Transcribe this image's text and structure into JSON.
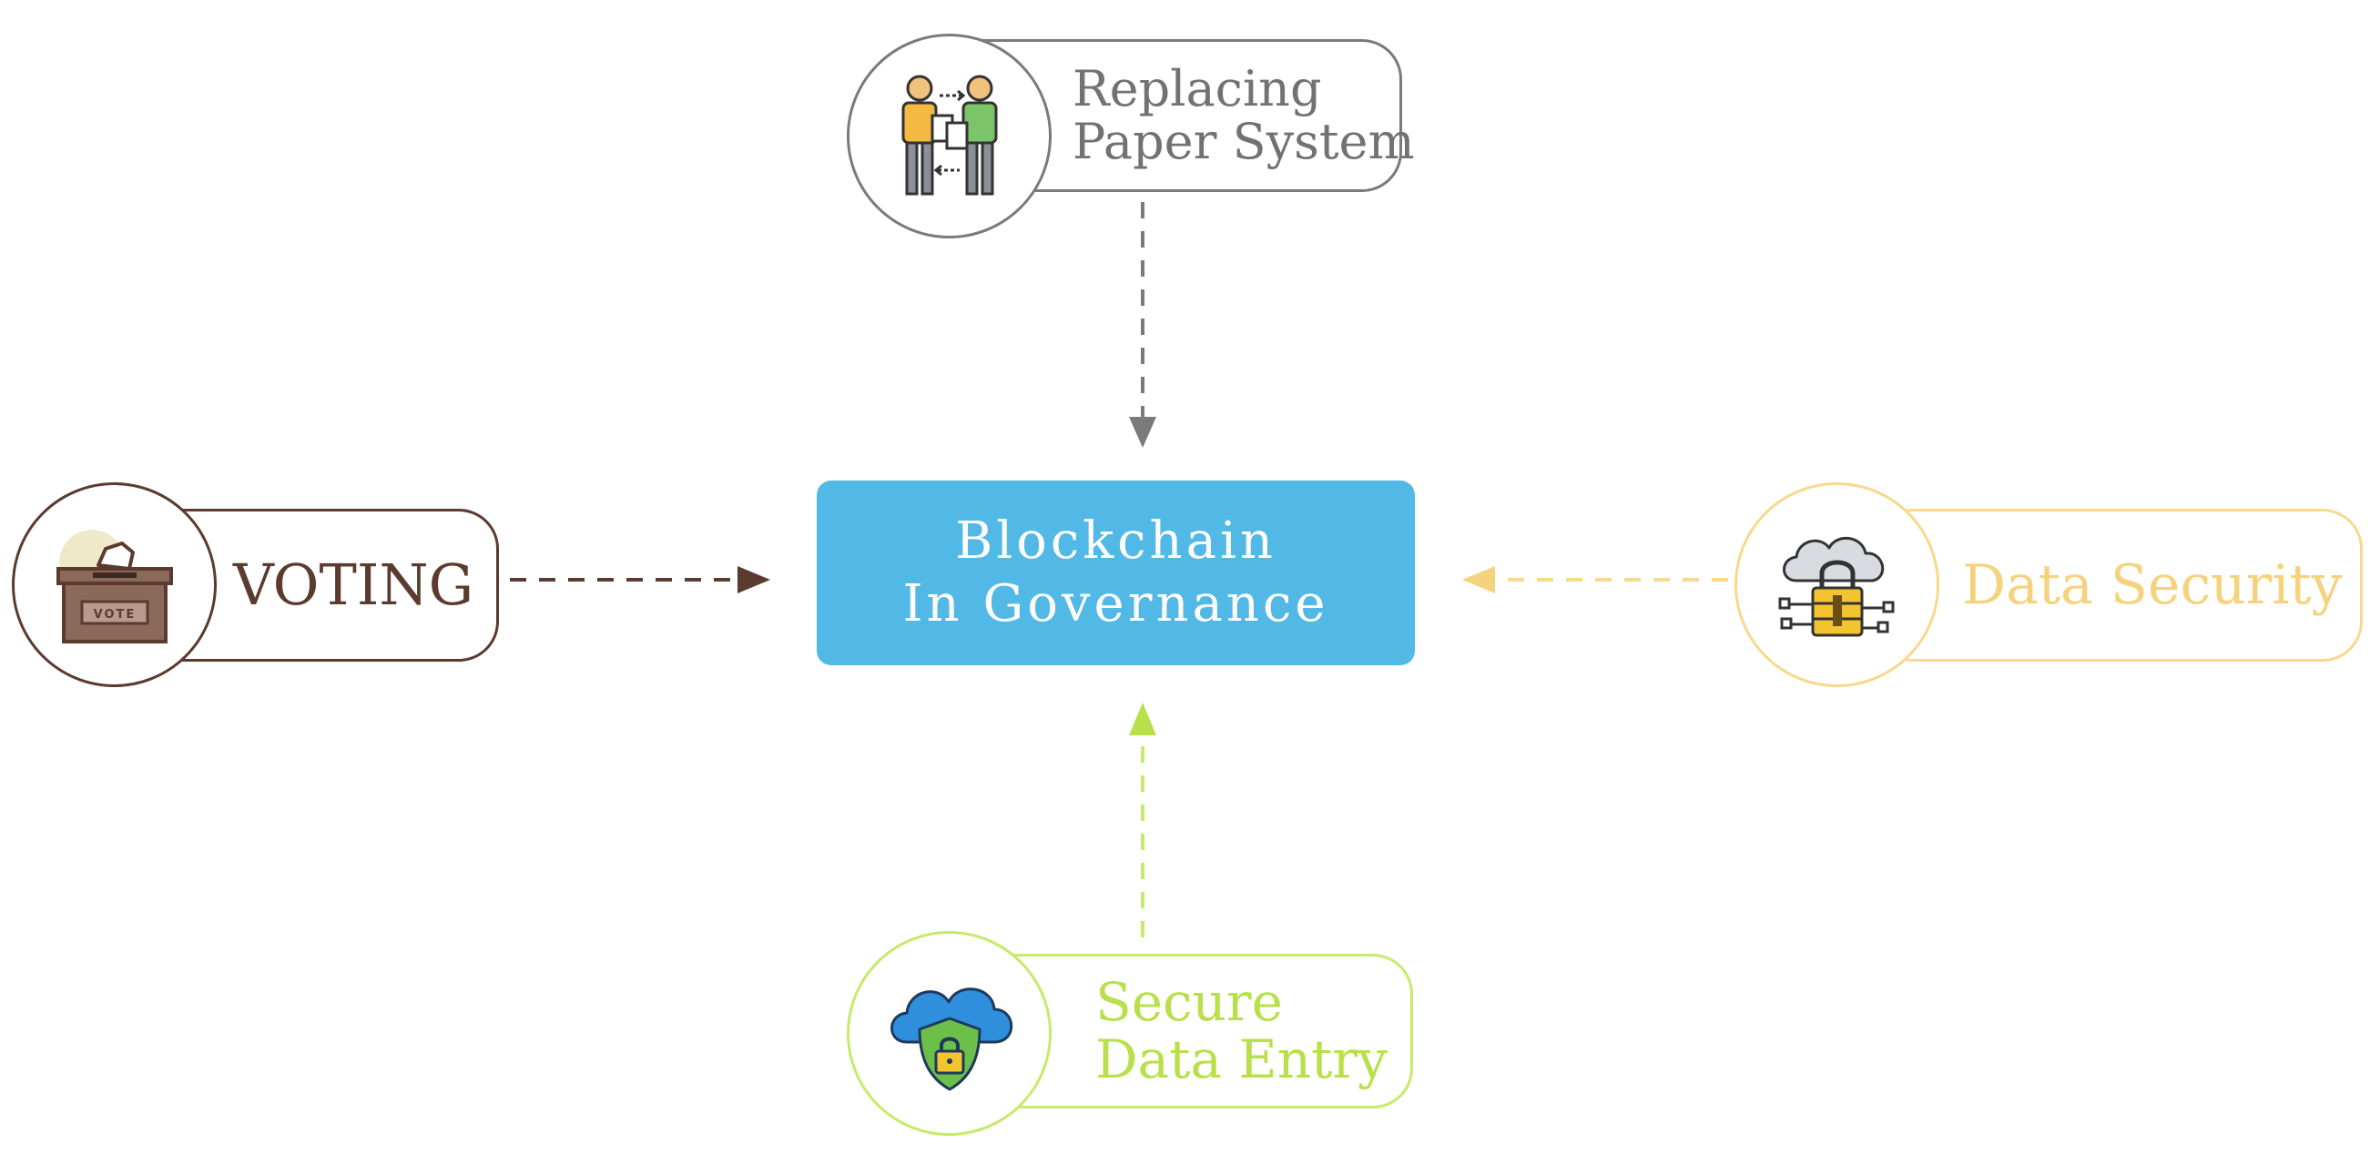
{
  "center": {
    "line1": "Blockchain",
    "line2": "In Governance",
    "color": "#52b8e6"
  },
  "nodes": {
    "paper": {
      "line1": "Replacing",
      "line2": "Paper System",
      "icon": "people-exchanging-documents-icon",
      "color": "#7a7a7a"
    },
    "voting": {
      "line1": "VOTING",
      "icon": "ballot-box-icon",
      "icon_text": "VOTE",
      "color": "#5b3b2e"
    },
    "security": {
      "line1": "Data Security",
      "icon": "cloud-lock-icon",
      "color": "#f5d37e"
    },
    "entry": {
      "line1": "Secure",
      "line2": "Data Entry",
      "icon": "cloud-shield-lock-icon",
      "color": "#b8e04a"
    }
  }
}
